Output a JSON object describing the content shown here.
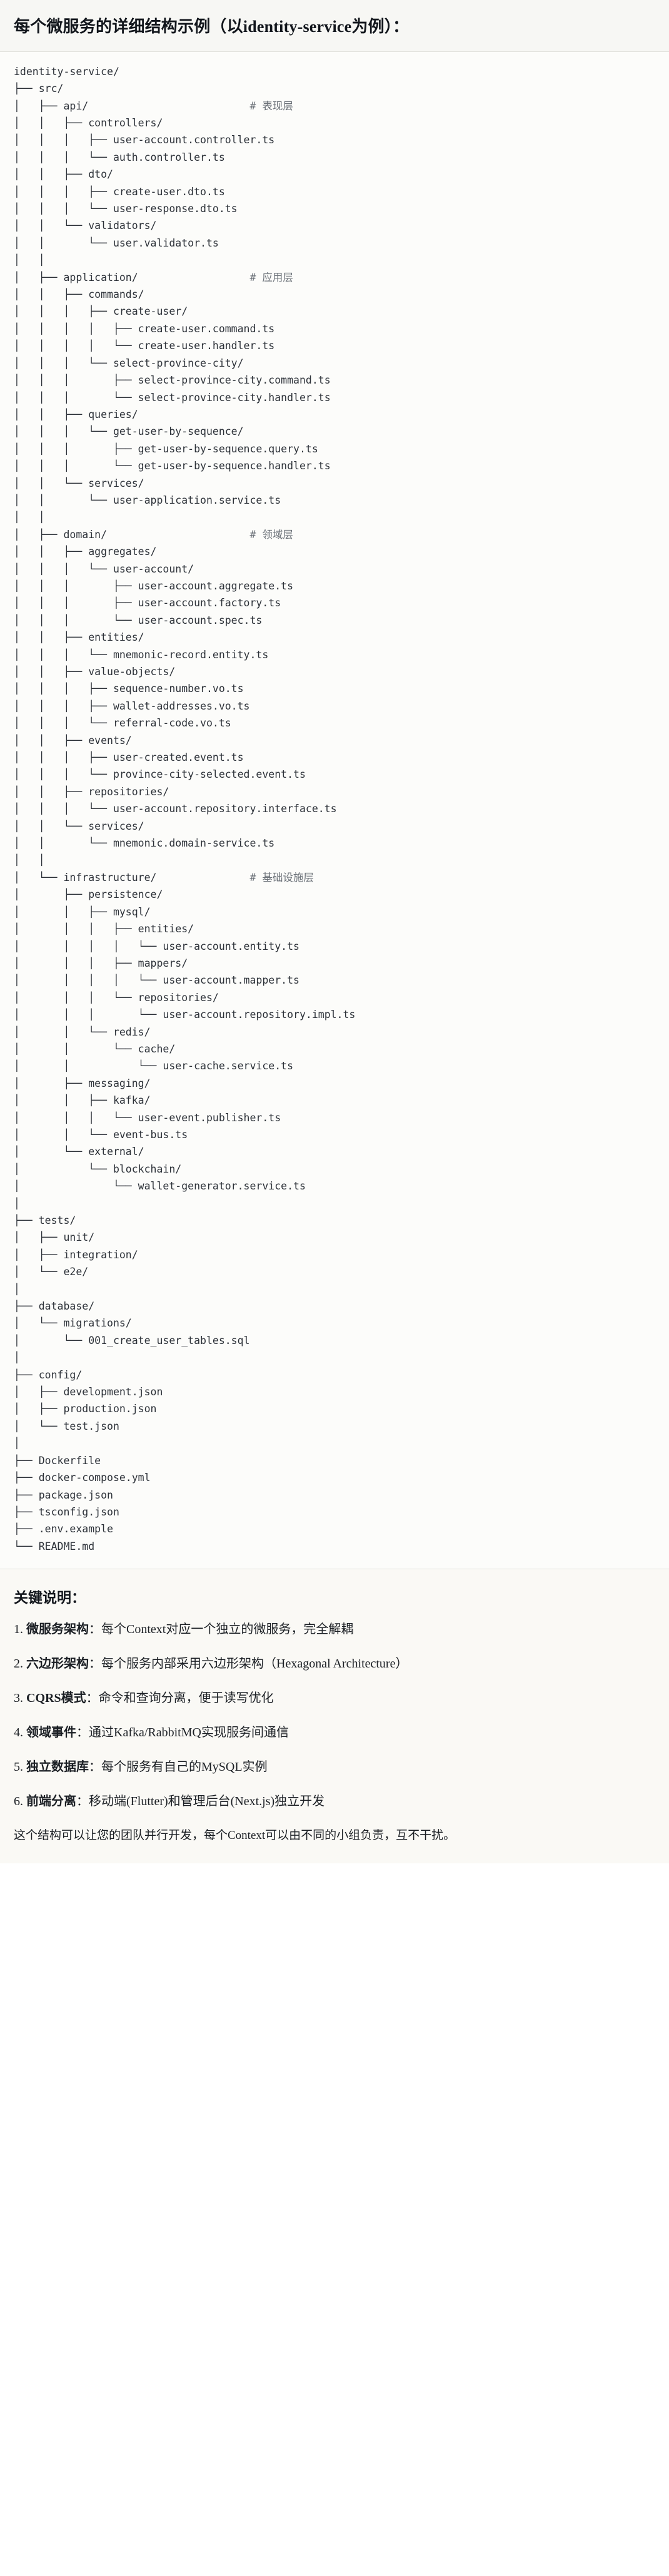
{
  "header": {
    "title": "每个微服务的详细结构示例（以identity-service为例）："
  },
  "code": {
    "language": "text",
    "root": "identity-service/",
    "layer_comments": [
      "# 表现层",
      "# 应用层",
      "# 领域层",
      "# 基础设施层"
    ],
    "tree_text": "identity-service/\n├── src/\n│   ├── api/                          # 表现层\n│   │   ├── controllers/\n│   │   │   ├── user-account.controller.ts\n│   │   │   └── auth.controller.ts\n│   │   ├── dto/\n│   │   │   ├── create-user.dto.ts\n│   │   │   └── user-response.dto.ts\n│   │   └── validators/\n│   │       └── user.validator.ts\n│   │\n│   ├── application/                  # 应用层\n│   │   ├── commands/\n│   │   │   ├── create-user/\n│   │   │   │   ├── create-user.command.ts\n│   │   │   │   └── create-user.handler.ts\n│   │   │   └── select-province-city/\n│   │   │       ├── select-province-city.command.ts\n│   │   │       └── select-province-city.handler.ts\n│   │   ├── queries/\n│   │   │   └── get-user-by-sequence/\n│   │   │       ├── get-user-by-sequence.query.ts\n│   │   │       └── get-user-by-sequence.handler.ts\n│   │   └── services/\n│   │       └── user-application.service.ts\n│   │\n│   ├── domain/                       # 领域层\n│   │   ├── aggregates/\n│   │   │   └── user-account/\n│   │   │       ├── user-account.aggregate.ts\n│   │   │       ├── user-account.factory.ts\n│   │   │       └── user-account.spec.ts\n│   │   ├── entities/\n│   │   │   └── mnemonic-record.entity.ts\n│   │   ├── value-objects/\n│   │   │   ├── sequence-number.vo.ts\n│   │   │   ├── wallet-addresses.vo.ts\n│   │   │   └── referral-code.vo.ts\n│   │   ├── events/\n│   │   │   ├── user-created.event.ts\n│   │   │   └── province-city-selected.event.ts\n│   │   ├── repositories/\n│   │   │   └── user-account.repository.interface.ts\n│   │   └── services/\n│   │       └── mnemonic.domain-service.ts\n│   │\n│   └── infrastructure/               # 基础设施层\n│       ├── persistence/\n│       │   ├── mysql/\n│       │   │   ├── entities/\n│       │   │   │   └── user-account.entity.ts\n│       │   │   ├── mappers/\n│       │   │   │   └── user-account.mapper.ts\n│       │   │   └── repositories/\n│       │   │       └── user-account.repository.impl.ts\n│       │   └── redis/\n│       │       └── cache/\n│       │           └── user-cache.service.ts\n│       ├── messaging/\n│       │   ├── kafka/\n│       │   │   └── user-event.publisher.ts\n│       │   └── event-bus.ts\n│       └── external/\n│           └── blockchain/\n│               └── wallet-generator.service.ts\n│\n├── tests/\n│   ├── unit/\n│   ├── integration/\n│   └── e2e/\n│\n├── database/\n│   └── migrations/\n│       └── 001_create_user_tables.sql\n│\n├── config/\n│   ├── development.json\n│   ├── production.json\n│   └── test.json\n│\n├── Dockerfile\n├── docker-compose.yml\n├── package.json\n├── tsconfig.json\n├── .env.example\n└── README.md"
  },
  "notes": {
    "heading": "关键说明：",
    "items": [
      {
        "term": "微服务架构",
        "desc": "：每个Context对应一个独立的微服务，完全解耦"
      },
      {
        "term": "六边形架构",
        "desc": "：每个服务内部采用六边形架构（Hexagonal Architecture）"
      },
      {
        "term": "CQRS模式",
        "desc": "：命令和查询分离，便于读写优化"
      },
      {
        "term": "领域事件",
        "desc": "：通过Kafka/RabbitMQ实现服务间通信"
      },
      {
        "term": "独立数据库",
        "desc": "：每个服务有自己的MySQL实例"
      },
      {
        "term": "前端分离",
        "desc": "：移动端(Flutter)和管理后台(Next.js)独立开发"
      }
    ],
    "footer": "这个结构可以让您的团队并行开发，每个Context可以由不同的小组负责，互不干扰。"
  },
  "colors": {
    "page_bg": "#ffffff",
    "title_bg": "#f7f7f4",
    "code_bg": "#fcfcfa",
    "notes_bg": "#faf9f5",
    "text": "#1f2328",
    "code_text": "#2c3138",
    "comment_text": "#6b7178",
    "divider": "#e2e2dd"
  }
}
